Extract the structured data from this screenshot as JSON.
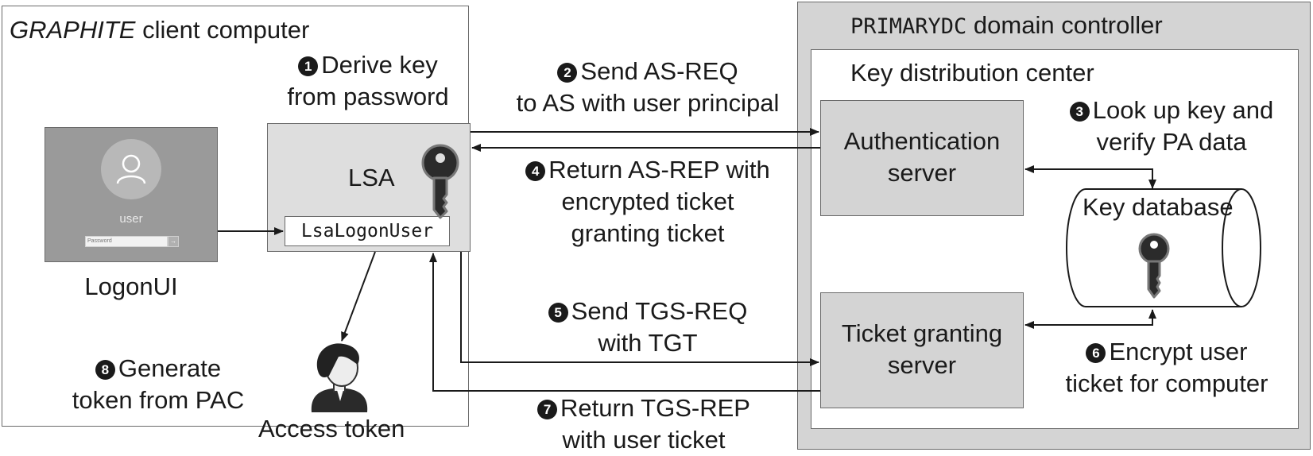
{
  "client": {
    "title_italic": "GRAPHITE",
    "title_rest": " client computer",
    "logonui_label": "LogonUI",
    "logon_screen": {
      "user": "user",
      "password_placeholder": "Password",
      "submit_glyph": "→"
    },
    "lsa_label": "LSA",
    "lsa_function": "LsaLogonUser",
    "access_token_label": "Access token"
  },
  "dc": {
    "title_mono": "PRIMARYDC",
    "title_rest": " domain controller",
    "kdc_label": "Key distribution center",
    "as_lines": [
      "Authentication",
      "server"
    ],
    "tgs_lines": [
      "Ticket granting",
      "server"
    ],
    "keydb_label": "Key database"
  },
  "steps": [
    {
      "num": "1",
      "lines": [
        "Derive key",
        "from password"
      ]
    },
    {
      "num": "2",
      "lines": [
        "Send AS-REQ",
        "to AS with user principal"
      ]
    },
    {
      "num": "3",
      "lines": [
        "Look up key and",
        "verify PA data"
      ]
    },
    {
      "num": "4",
      "lines": [
        "Return AS-REP with",
        "encrypted ticket",
        "granting ticket"
      ]
    },
    {
      "num": "5",
      "lines": [
        "Send TGS-REQ",
        "with TGT"
      ]
    },
    {
      "num": "6",
      "lines": [
        "Encrypt user",
        "ticket for computer"
      ]
    },
    {
      "num": "7",
      "lines": [
        "Return TGS-REP",
        "with user ticket"
      ]
    },
    {
      "num": "8",
      "lines": [
        "Generate",
        "token from PAC"
      ]
    }
  ],
  "colors": {
    "panel": "#d4d4d4",
    "lsa_fill": "#dedede",
    "border": "#5a5a5a",
    "logon_bg": "#9a9a9a",
    "text": "#1a1a1a"
  }
}
